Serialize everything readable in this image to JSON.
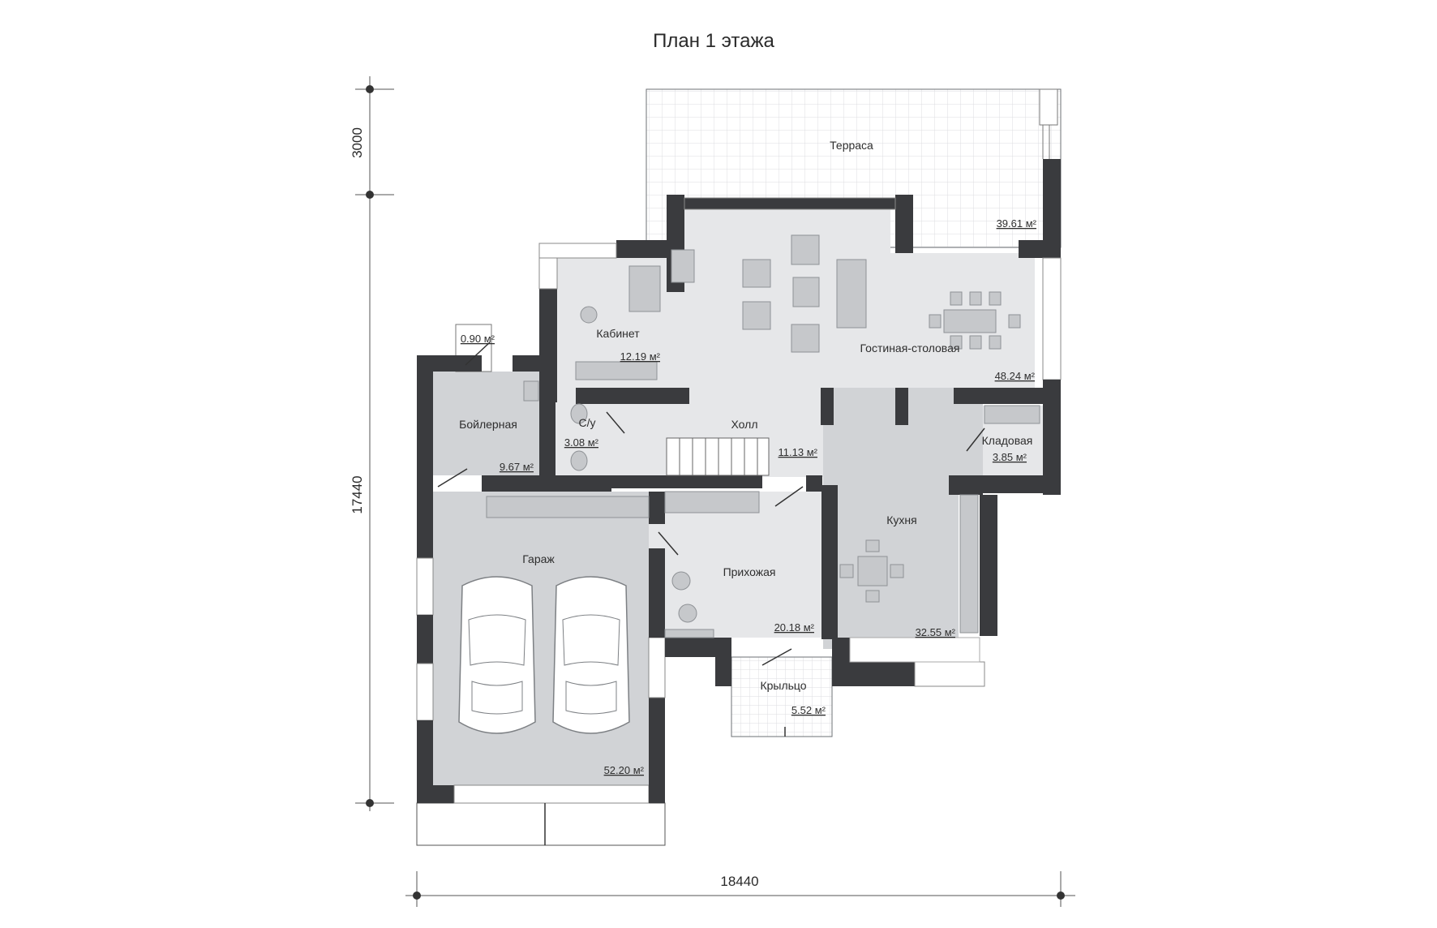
{
  "title": "План 1 этажа",
  "dimensions": {
    "width": "18440",
    "height": "17440",
    "terrace_depth": "3000"
  },
  "rooms": {
    "terrace": {
      "name": "Терраса",
      "area": "39.61 м²"
    },
    "living": {
      "name": "Гостиная-столовая",
      "area": "48.24 м²"
    },
    "office": {
      "name": "Кабинет",
      "area": "12.19 м²"
    },
    "hall": {
      "name": "Холл",
      "area": "11.13 м²"
    },
    "wc": {
      "name": "С/у",
      "area": "3.08 м²"
    },
    "boiler": {
      "name": "Бойлерная",
      "area": "9.67 м²"
    },
    "vestibule": {
      "area": "0.90 м²"
    },
    "pantry": {
      "name": "Кладовая",
      "area": "3.85 м²"
    },
    "kitchen": {
      "name": "Кухня",
      "area": "32.55 м²"
    },
    "entry": {
      "name": "Прихожая",
      "area": "20.18 м²"
    },
    "garage": {
      "name": "Гараж",
      "area": "52.20 м²"
    },
    "porch": {
      "name": "Крыльцо",
      "area": "5.52 м²"
    }
  },
  "colors": {
    "wall": "#3a3b3e",
    "floor_light": "#e6e7e9",
    "floor_dark": "#d1d3d6",
    "furniture": "#c6c8cb"
  }
}
